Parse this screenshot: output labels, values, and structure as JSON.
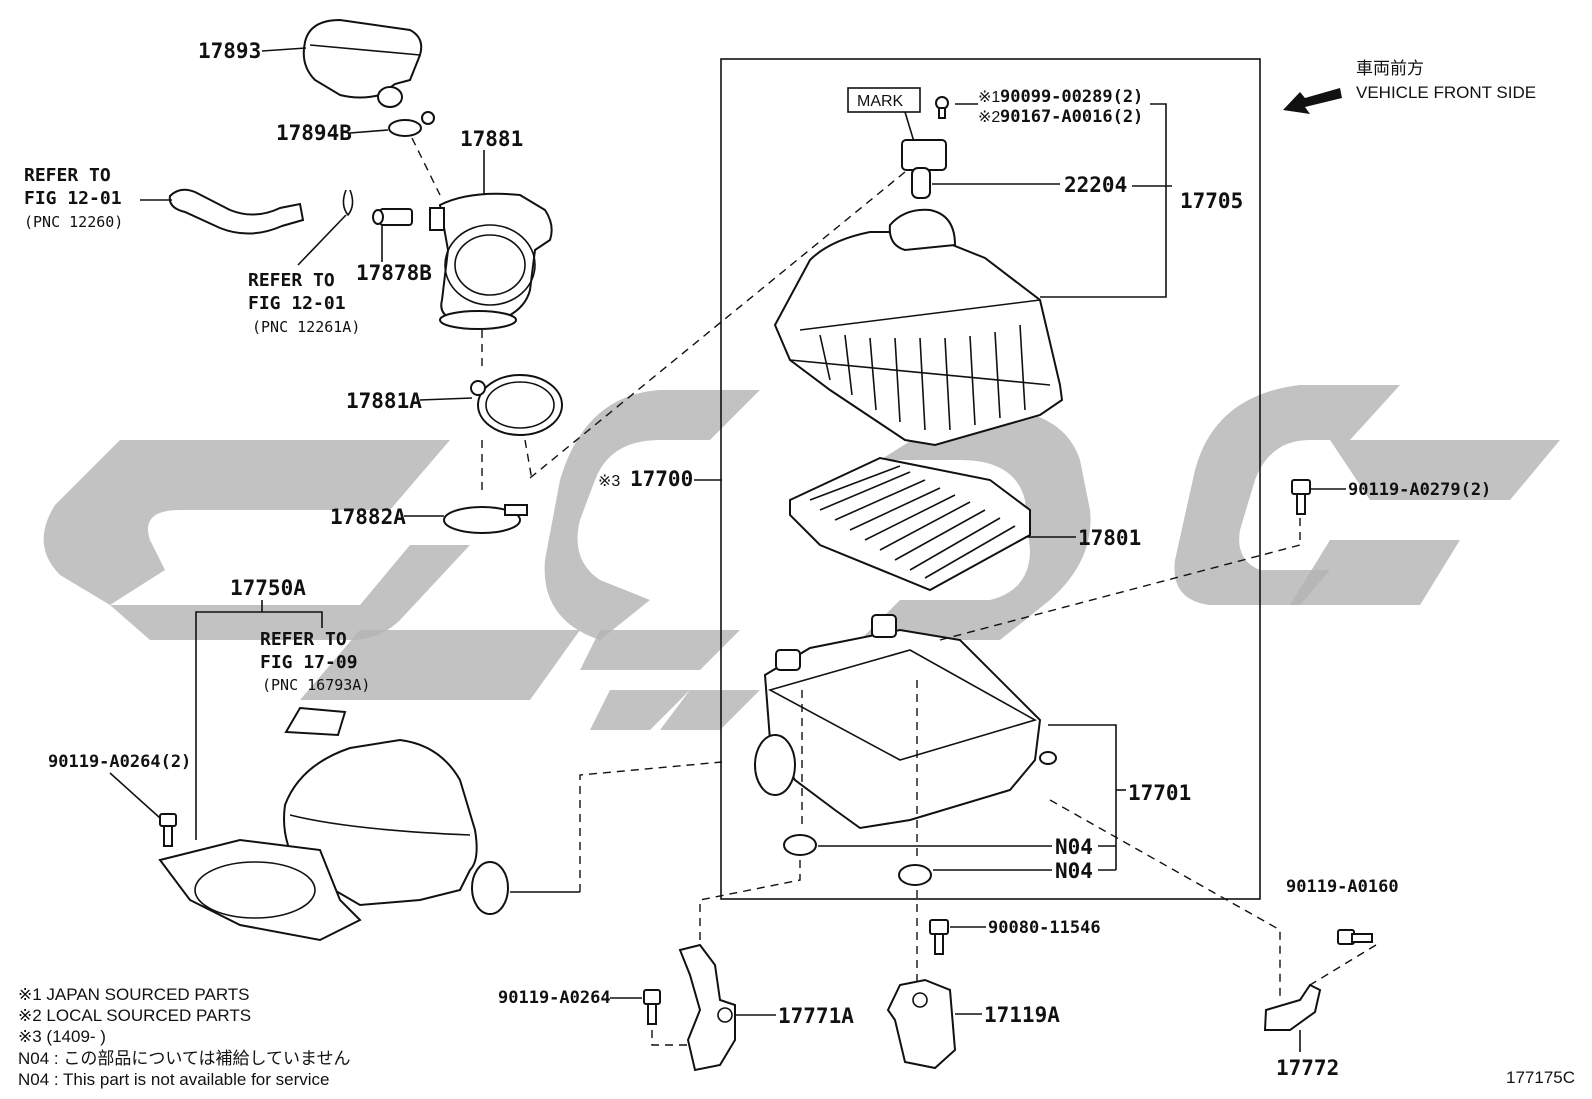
{
  "direction": {
    "label_jp": "車両前方",
    "label_en": "VEHICLE FRONT SIDE"
  },
  "parts": {
    "p17893": "17893",
    "p17894B": "17894B",
    "p17881": "17881",
    "p17878B": "17878B",
    "p17881A": "17881A",
    "p17882A": "17882A",
    "p17750A": "17750A",
    "p90119_A0264_2": "90119-A0264(2)",
    "p17700": "17700",
    "p17700_mark": "※3",
    "p22204": "22204",
    "p17705": "17705",
    "p90099": "90099-00289(2)",
    "p90099_mark": "※1",
    "p90167": "90167-A0016(2)",
    "p90167_mark": "※2",
    "p17801": "17801",
    "p17701": "17701",
    "pN04_a": "N04",
    "pN04_b": "N04",
    "p90119_A0279": "90119-A0279(2)",
    "p90119_A0160": "90119-A0160",
    "p90080": "90080-11546",
    "p90119_A0264": "90119-A0264",
    "p17771A": "17771A",
    "p17119A": "17119A",
    "p17772": "17772",
    "mark_label": "MARK"
  },
  "refs": {
    "r1_line1": "REFER TO",
    "r1_line2": "FIG 12-01",
    "r1_line3": "(PNC 12260)",
    "r2_line1": "REFER TO",
    "r2_line2": "FIG 12-01",
    "r2_line3": "(PNC 12261A)",
    "r3_line1": "REFER TO",
    "r3_line2": "FIG 17-09",
    "r3_line3": "(PNC 16793A)"
  },
  "notes": {
    "n1": "※1 JAPAN SOURCED PARTS",
    "n2": "※2 LOCAL SOURCED PARTS",
    "n3": "※3 (1409-     )",
    "n4": "N04 : この部品については補給していません",
    "n5": "N04 : This part is not available for service"
  },
  "figure_id": "177175C"
}
